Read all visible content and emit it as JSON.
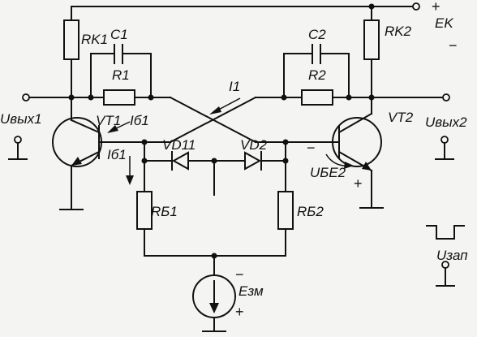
{
  "labels": {
    "rk1": "RK1",
    "c1": "C1",
    "r1": "R1",
    "c2": "C2",
    "r2": "R2",
    "rk2": "RK2",
    "ek": "EK",
    "i1": "I1",
    "ib1_a": "Iб1",
    "ib1_b": "Iб1",
    "vt1": "VT1",
    "vt2": "VT2",
    "uvyh1": "Uвых1",
    "uvyh2": "Uвых2",
    "vd11": "VD11",
    "vd2": "VD2",
    "ube2": "UБЕ2",
    "rb1": "RБ1",
    "rb2": "RБ2",
    "ezm": "Eзм",
    "uzap": "Uзап"
  },
  "signs": {
    "ek_plus": "+",
    "ek_minus": "−",
    "vt2_minus": "−",
    "vt2_plus": "+",
    "ezm_minus": "−",
    "ezm_plus": "+"
  }
}
